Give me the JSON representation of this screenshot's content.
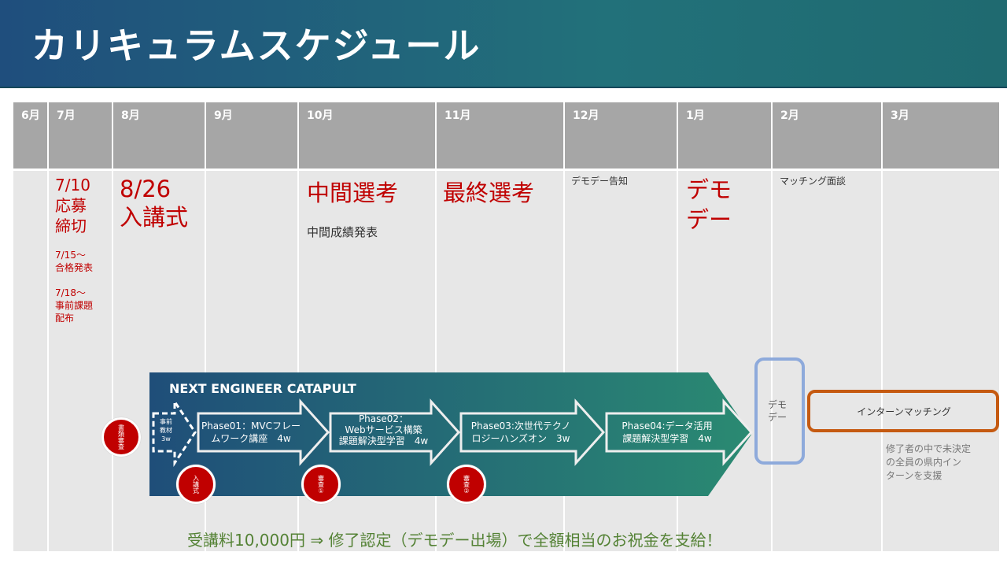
{
  "title": "カリキュラムスケジュール",
  "months": [
    "6月",
    "7月",
    "8月",
    "9月",
    "10月",
    "11月",
    "12月",
    "1月",
    "2月",
    "3月"
  ],
  "events": {
    "deadline_date": "7/10",
    "deadline_l1": "応募",
    "deadline_l2": "締切",
    "pass_date": "7/15〜",
    "pass_label": "合格発表",
    "pre_date": "7/18〜",
    "pre_l1": "事前課題",
    "pre_l2": "配布",
    "ceremony_date": "8/26",
    "ceremony_label": "入講式",
    "mid_select": "中間選考",
    "mid_result": "中間成績発表",
    "final_select": "最終選考",
    "demo_notice": "デモデー告知",
    "demo_l1": "デモ",
    "demo_l2": "デー",
    "matching_interview": "マッチング面談"
  },
  "program": {
    "name": "NEXT ENGINEER CATAPULT",
    "pre_l1": "事前",
    "pre_l2": "教材",
    "pre_l3": "3w",
    "phases": [
      {
        "l1": "Phase01：MVCフレー",
        "l2": "ムワーク講座　4w"
      },
      {
        "l1": "Phase02：",
        "l2": "Webサービス構築",
        "l3": "課題解決型学習　4w"
      },
      {
        "l1": "Phase03:次世代テクノ",
        "l2": "ロジーハンズオン　3w"
      },
      {
        "l1": "Phase04:データ活用",
        "l2": "課題解決型学習　4w"
      }
    ],
    "milestones": [
      "書類審査",
      "入講式",
      "審査①",
      "審査②"
    ]
  },
  "demo_box": {
    "l1": "デモ",
    "l2": "デー"
  },
  "intern": {
    "label": "インターンマッチング",
    "note_l1": "修了者の中で未決定",
    "note_l2": "の全員の県内イン",
    "note_l3": "ターンを支援"
  },
  "footer": "受講料10,000円 ⇒ 修了認定（デモデー出場）で全額相当のお祝金を支給！",
  "colors": {
    "accent_red": "#c00000",
    "demo_blue": "#8eaadb",
    "intern_orange": "#c55a11",
    "footer_green": "#548235"
  }
}
